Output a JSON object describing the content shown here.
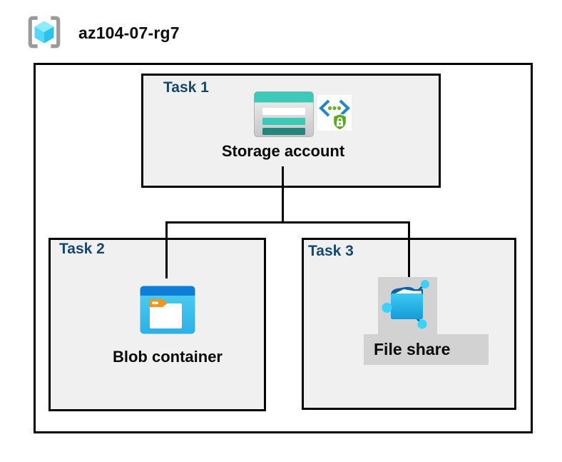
{
  "header": {
    "resource_group_name": "az104-07-rg7",
    "resource_group_icon": "resource-group-icon"
  },
  "tasks": [
    {
      "label": "Task 1",
      "resource": "Storage account",
      "icons": [
        "storage-account-icon",
        "secure-endpoint-icon"
      ]
    },
    {
      "label": "Task 2",
      "resource": "Blob container",
      "icons": [
        "blob-container-icon"
      ]
    },
    {
      "label": "Task 3",
      "resource": "File share",
      "icons": [
        "file-share-icon"
      ]
    }
  ],
  "connectors": [
    "storage-account-to-branch",
    "branch-horizontal",
    "branch-to-blob-container",
    "branch-to-file-share"
  ],
  "colors": {
    "task_label_blue": "#17466f",
    "task_box_background": "#f0f0f0",
    "box_border": "#000000",
    "file_share_backdrop_gray": "#d2d2d2",
    "storage_teal": "#3dc9b7",
    "storage_teal_dark": "#23857b",
    "blob_header_blue": "#0e7ed8",
    "blob_body_cyan": "#3cc3ef",
    "endpoint_bracket_blue": "#2486c9",
    "endpoint_shield_green": "#5ba823",
    "fileshare_node_cyan": "#3cd1f8",
    "fileshare_flap_blue": "#0d5fa6",
    "rg_bracket_gray": "#9a9a9a",
    "rg_cube_top": "#8debfe",
    "rg_cube_left": "#53d9f6",
    "rg_cube_right": "#2cc2ee"
  }
}
